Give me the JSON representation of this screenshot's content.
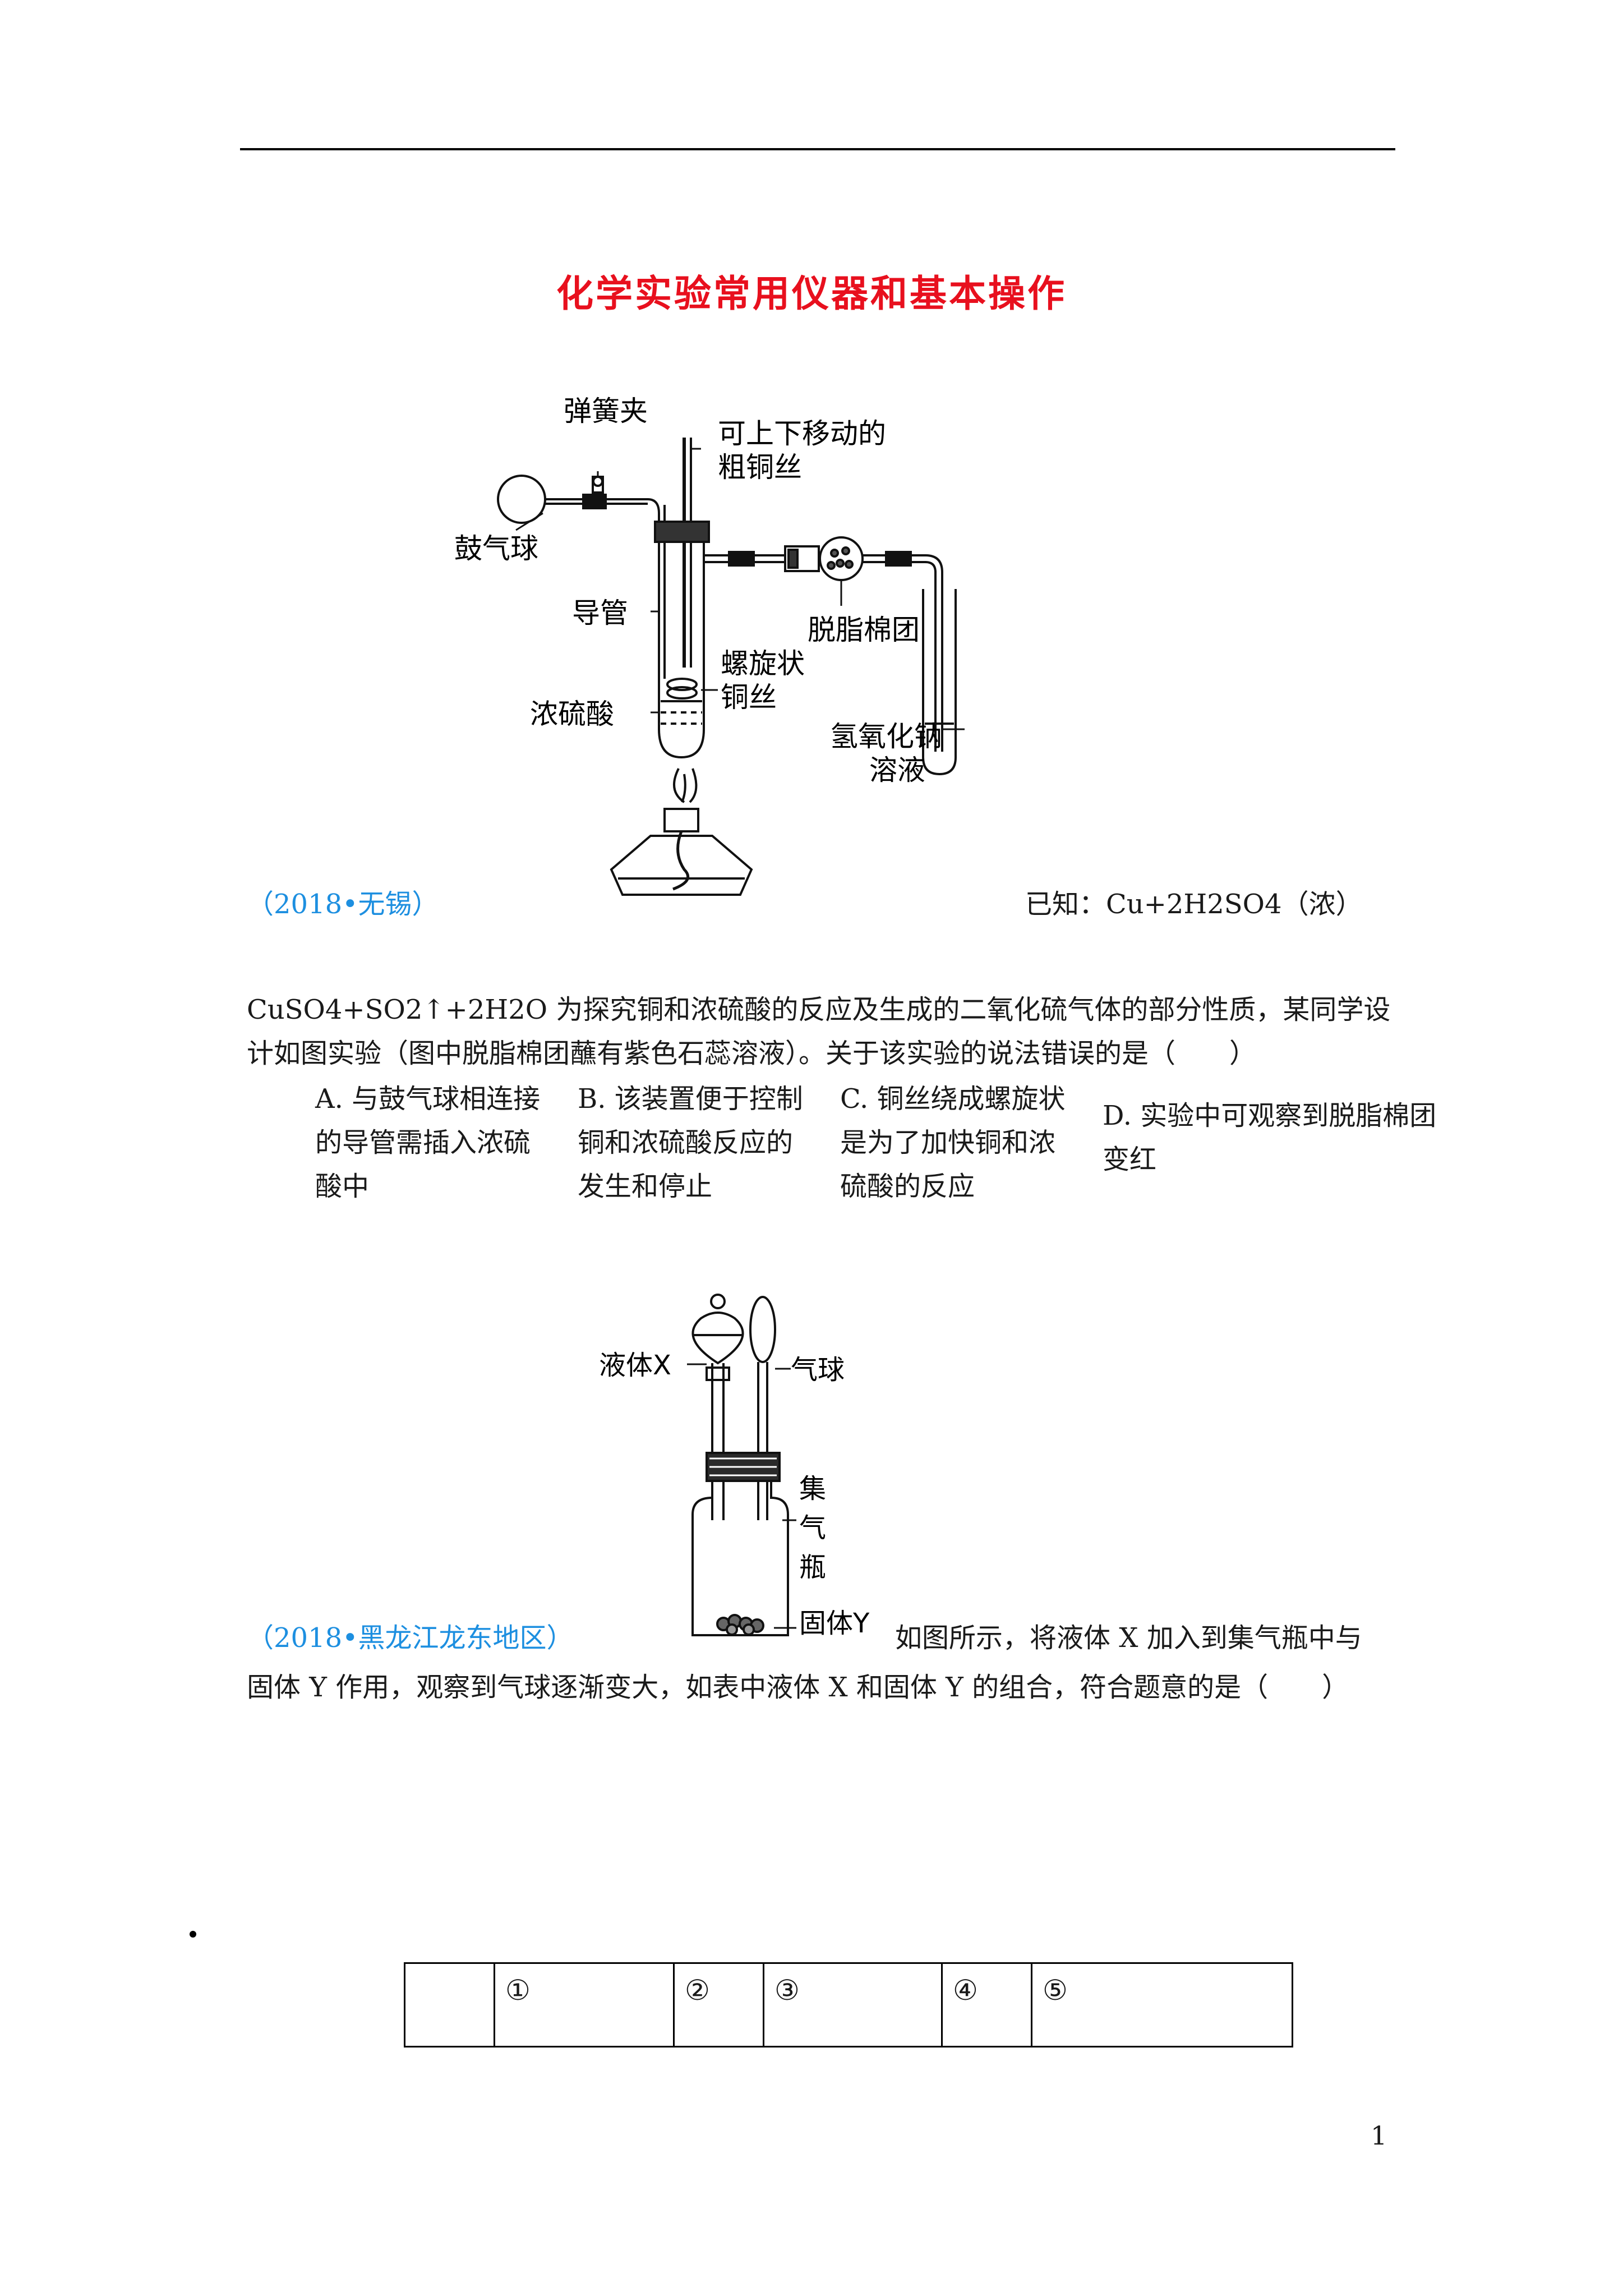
{
  "header": {
    "title": "化学实验常用仪器和基本操作"
  },
  "figure1": {
    "labels": {
      "spring_clip": "弹簧夹",
      "movable_wire_l1": "可上下移动的",
      "movable_wire_l2": "粗铜丝",
      "bellows_ball": "鼓气球",
      "conduit": "导管",
      "degreased_cotton": "脱脂棉团",
      "spiral_wire_l1": "螺旋状",
      "spiral_wire_l2": "铜丝",
      "conc_sulfuric": "浓硫酸",
      "naoh_l1": "氢氧化钠",
      "naoh_l2": "溶液"
    }
  },
  "question1": {
    "source": "（2018•无锡）",
    "known": "已知：Cu+2H2SO4（浓）",
    "line1": "CuSO4+SO2↑+2H2O 为探究铜和浓硫酸的反应及生成的二氧化硫气体的部分性质，某同学设",
    "line2": "计如图实验（图中脱脂棉团蘸有紫色石蕊溶液）。关于该实验的说法错误的是（　　）",
    "options": {
      "A": [
        "A. 与鼓气球相连接",
        "的导管需插入浓硫",
        "酸中"
      ],
      "B": [
        "B. 该装置便于控制",
        "铜和浓硫酸反应的",
        "发生和停止"
      ],
      "C": [
        "C. 铜丝绕成螺旋状",
        "是为了加快铜和浓",
        "硫酸的反应"
      ],
      "D": [
        "D. 实验中可观察到脱脂棉团",
        "变红"
      ]
    }
  },
  "figure2": {
    "labels": {
      "liquid_x": "液体X",
      "balloon": "气球",
      "bottle_1": "集",
      "bottle_2": "气",
      "bottle_3": "瓶",
      "solid_y": "固体Y"
    }
  },
  "question2": {
    "source": "（2018•黑龙江龙东地区）",
    "line1": "如图所示，将液体 X 加入到集气瓶中与",
    "line2": "固体 Y 作用，观察到气球逐渐变大，如表中液体 X 和固体 Y 的组合，符合题意的是（　　）"
  },
  "table": {
    "headers": [
      "",
      "①",
      "②",
      "③",
      "④",
      "⑤"
    ]
  },
  "page_number": "1"
}
